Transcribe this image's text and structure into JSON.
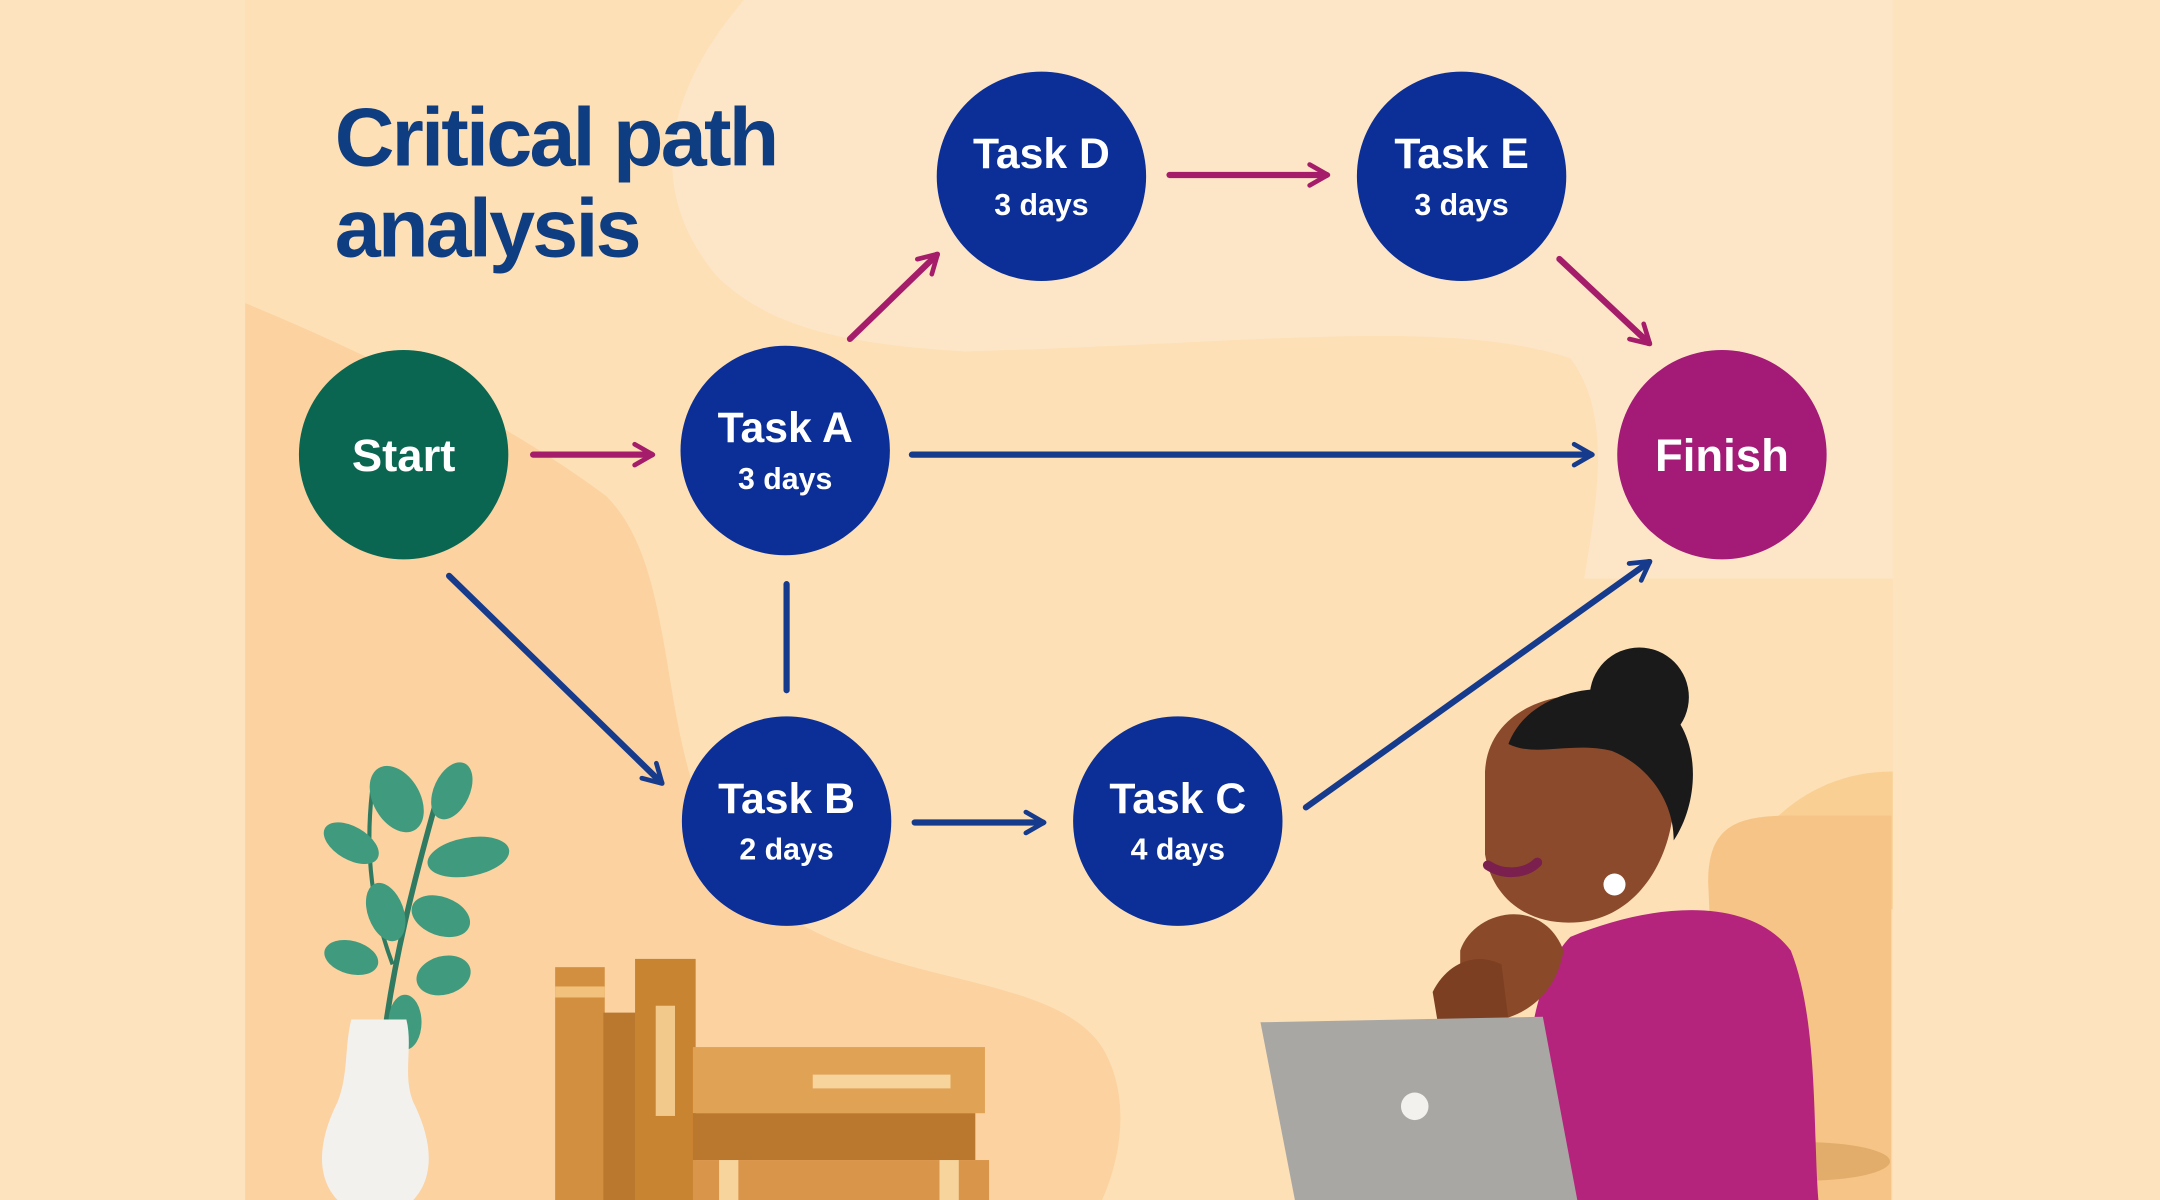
{
  "title": {
    "line1": "Critical path",
    "line2": "analysis"
  },
  "colors": {
    "page_background": "#fde3be",
    "panel_background": "#fde0b6",
    "blob_light": "#fbd8a8",
    "blob_dark": "#f8c88a",
    "title": "#0f3d82",
    "start_node": "#0b6651",
    "task_node": "#0b2f96",
    "finish_node": "#a31b77",
    "critical_arrow": "#a51d6a",
    "normal_arrow": "#163a8c",
    "node_text": "#ffffff"
  },
  "nodes": {
    "start": {
      "label": "Start"
    },
    "task_a": {
      "label": "Task A",
      "duration": "3 days"
    },
    "task_b": {
      "label": "Task B",
      "duration": "2 days"
    },
    "task_c": {
      "label": "Task C",
      "duration": "4 days"
    },
    "task_d": {
      "label": "Task D",
      "duration": "3 days"
    },
    "task_e": {
      "label": "Task E",
      "duration": "3 days"
    },
    "finish": {
      "label": "Finish"
    }
  },
  "edges": [
    {
      "from": "Start",
      "to": "Task A",
      "critical": true
    },
    {
      "from": "Task A",
      "to": "Task D",
      "critical": true
    },
    {
      "from": "Task D",
      "to": "Task E",
      "critical": true
    },
    {
      "from": "Task E",
      "to": "Finish",
      "critical": true
    },
    {
      "from": "Task A",
      "to": "Finish",
      "critical": false
    },
    {
      "from": "Task A",
      "to": "Task B",
      "critical": false,
      "arrowhead": false
    },
    {
      "from": "Start",
      "to": "Task B",
      "critical": false
    },
    {
      "from": "Task B",
      "to": "Task C",
      "critical": false
    },
    {
      "from": "Task C",
      "to": "Finish",
      "critical": false
    }
  ],
  "illustration": {
    "elements": [
      "plant-in-vase",
      "stack-of-books",
      "woman-with-laptop",
      "armchair"
    ]
  }
}
